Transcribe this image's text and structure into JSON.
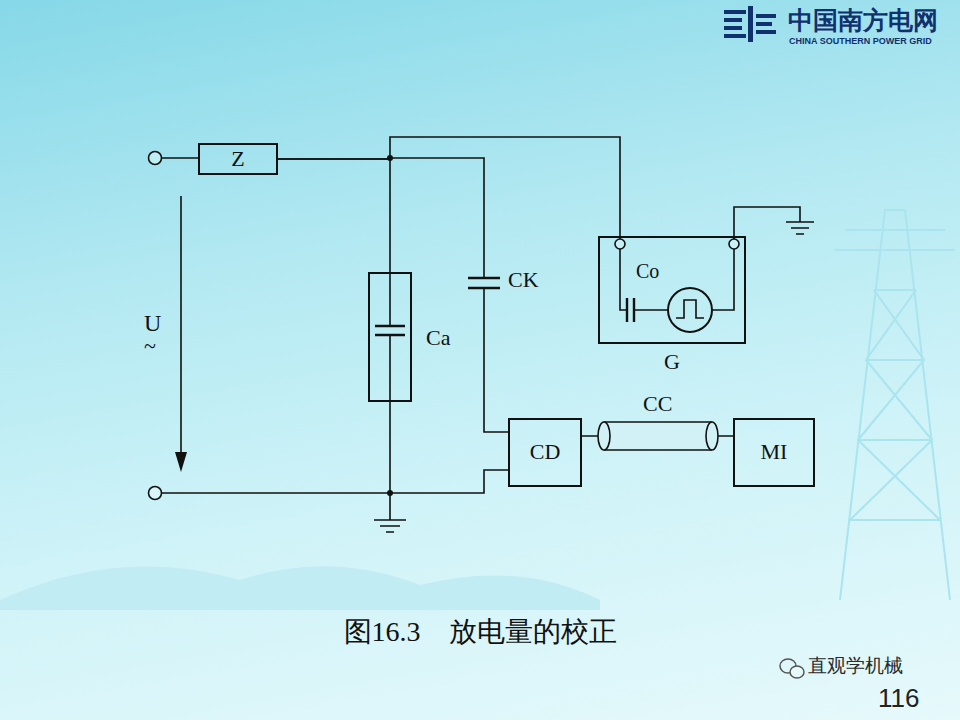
{
  "diagram": {
    "caption": "图16.3　放电量的校正",
    "nodes": [
      {
        "text": [
          "Z"
        ]
      },
      {
        "text": [
          "Ca"
        ]
      },
      {
        "text": [
          "Co",
          "G"
        ]
      },
      {
        "text": [
          "CD"
        ]
      },
      {
        "text": [
          "MI"
        ]
      }
    ],
    "edges": [
      {
        "from": 0,
        "to": 1,
        "arrow": "none"
      },
      {
        "from": 0,
        "to": 2,
        "arrow": "none"
      },
      {
        "from": 1,
        "to": 3,
        "arrow": "none"
      },
      {
        "from": 3,
        "to": 4,
        "arrow": "none",
        "label": "CC"
      }
    ],
    "labels": [
      "中国南方电网",
      "CHINA SOUTHERN POWER GRID",
      "CK",
      "U",
      "~",
      "直观学机械",
      "116"
    ]
  }
}
